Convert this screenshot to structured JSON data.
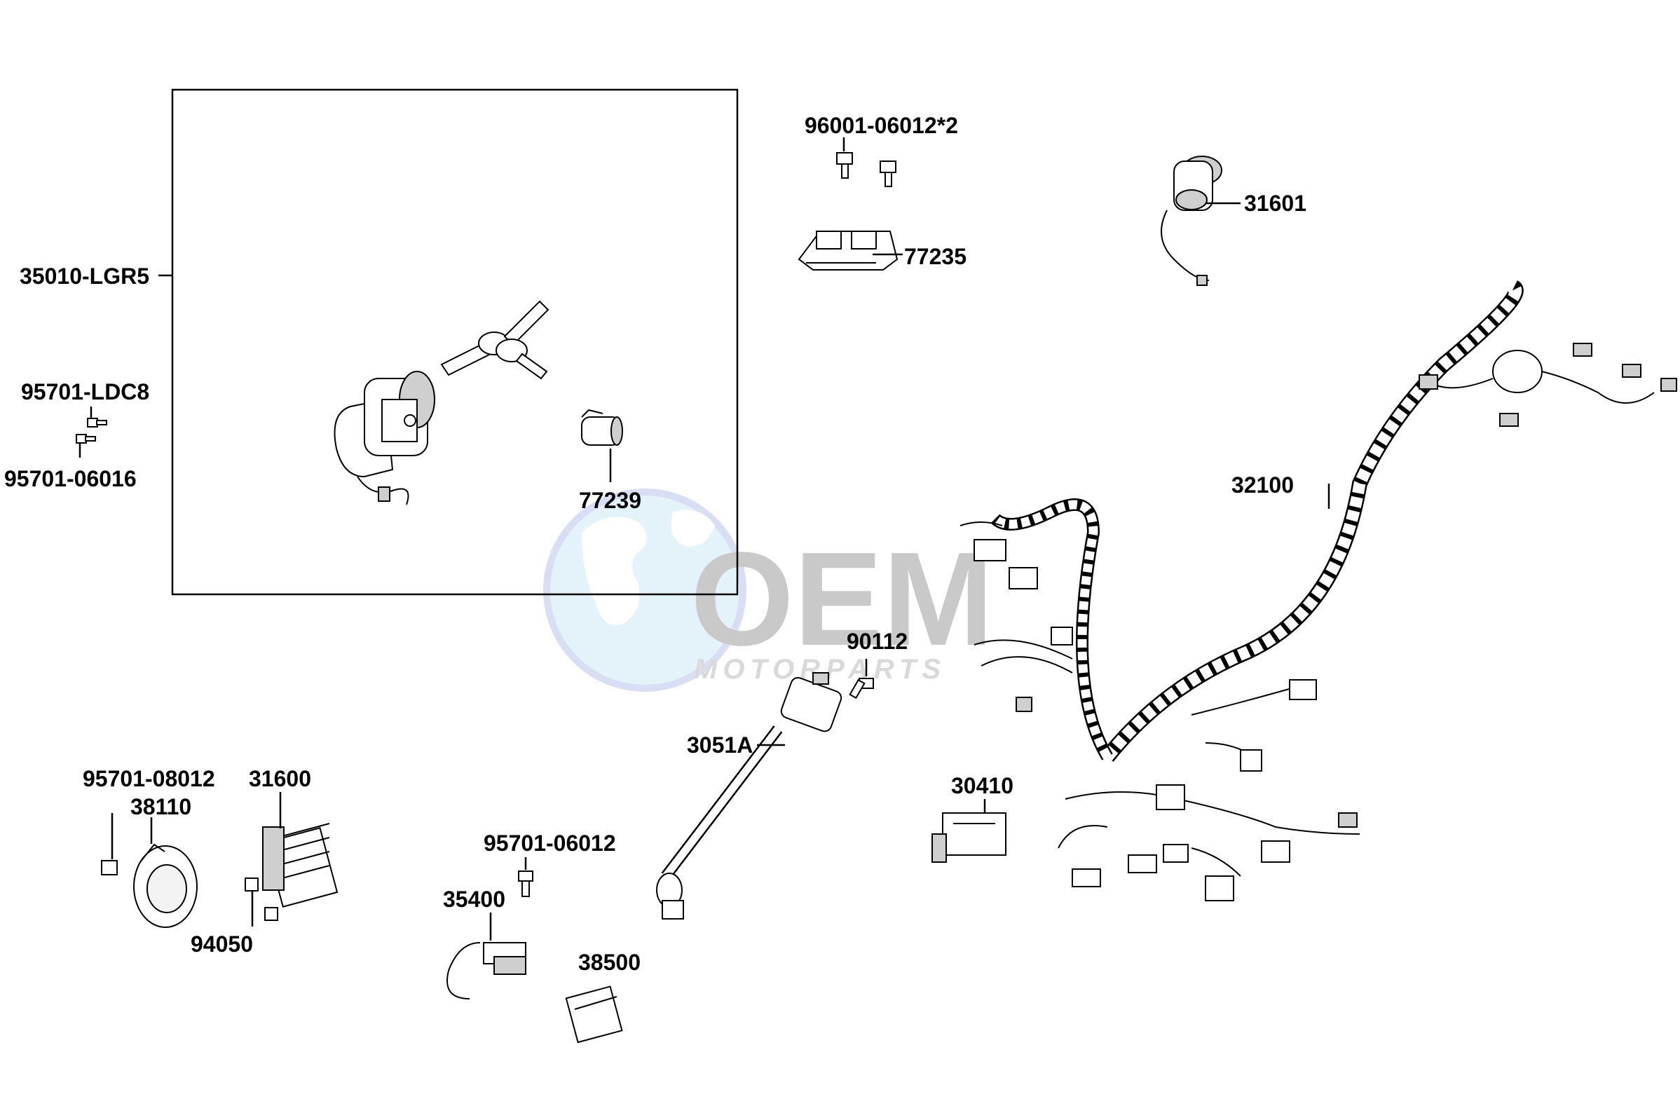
{
  "watermark": {
    "logo_text": "OEM",
    "tagline": "MOTORPARTS"
  },
  "parts": [
    {
      "id": "label-96001-06012",
      "text": "96001-06012*2"
    },
    {
      "id": "label-31601",
      "text": "31601"
    },
    {
      "id": "label-77235",
      "text": "77235"
    },
    {
      "id": "label-35010-lgr5",
      "text": "35010-LGR5"
    },
    {
      "id": "label-95701-ldc8",
      "text": "95701-LDC8"
    },
    {
      "id": "label-95701-06016",
      "text": "95701-06016"
    },
    {
      "id": "label-77239",
      "text": "77239"
    },
    {
      "id": "label-32100",
      "text": "32100"
    },
    {
      "id": "label-90112",
      "text": "90112"
    },
    {
      "id": "label-3051a",
      "text": "3051A"
    },
    {
      "id": "label-30410",
      "text": "30410"
    },
    {
      "id": "label-95701-08012",
      "text": "95701-08012"
    },
    {
      "id": "label-38110",
      "text": "38110"
    },
    {
      "id": "label-31600",
      "text": "31600"
    },
    {
      "id": "label-94050",
      "text": "94050"
    },
    {
      "id": "label-95701-06012",
      "text": "95701-06012"
    },
    {
      "id": "label-35400",
      "text": "35400"
    },
    {
      "id": "label-38500",
      "text": "38500"
    }
  ]
}
